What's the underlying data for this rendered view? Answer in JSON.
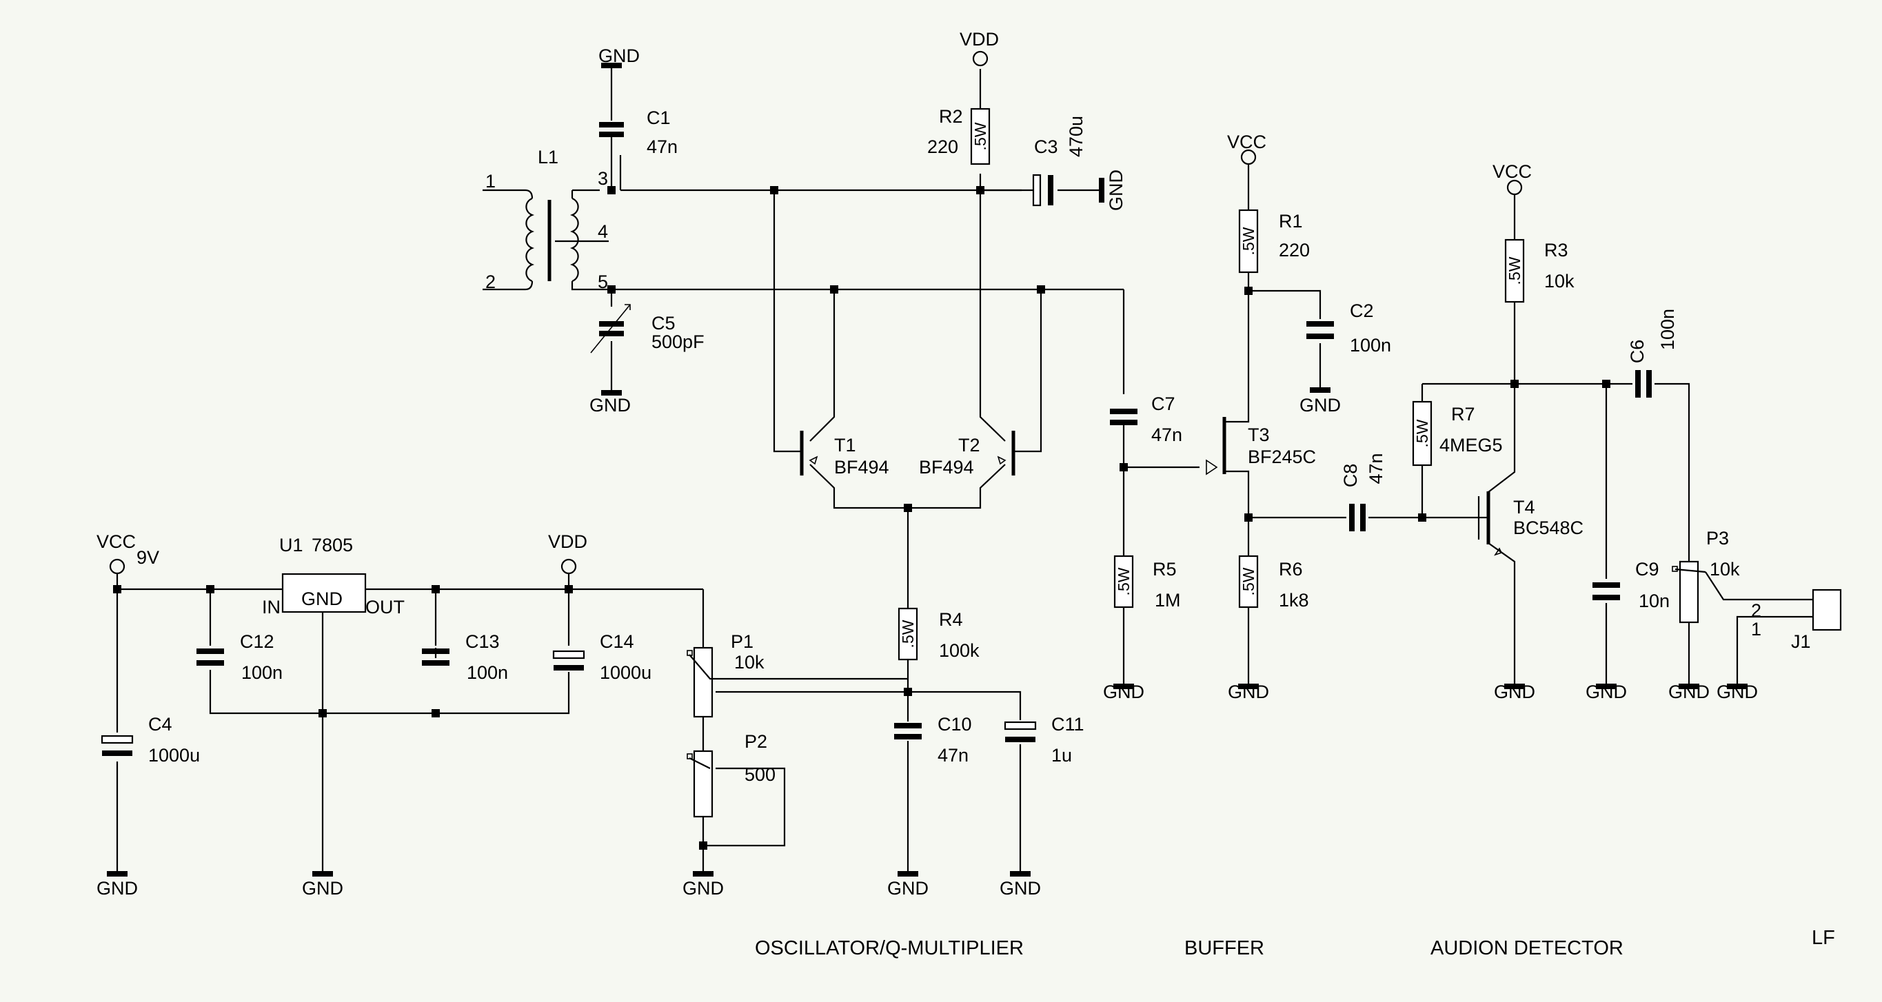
{
  "power": {
    "gnd": "GND",
    "vdd": "VDD",
    "vcc": "VCC",
    "vcc_voltage": "9V"
  },
  "resistor_body_text": ".5W",
  "components": {
    "L1": {
      "ref": "L1",
      "pins": [
        "1",
        "2",
        "3",
        "4",
        "5"
      ]
    },
    "C1": {
      "ref": "C1",
      "value": "47n"
    },
    "C2": {
      "ref": "C2",
      "value": "100n"
    },
    "C3": {
      "ref": "C3",
      "value": "470u"
    },
    "C4": {
      "ref": "C4",
      "value": "1000u"
    },
    "C5": {
      "ref": "C5",
      "value": "500pF"
    },
    "C6": {
      "ref": "C6",
      "value": "100n"
    },
    "C7": {
      "ref": "C7",
      "value": "47n"
    },
    "C8": {
      "ref": "C8",
      "value": "47n"
    },
    "C9": {
      "ref": "C9",
      "value": "10n"
    },
    "C10": {
      "ref": "C10",
      "value": "47n"
    },
    "C11": {
      "ref": "C11",
      "value": "1u"
    },
    "C12": {
      "ref": "C12",
      "value": "100n"
    },
    "C13": {
      "ref": "C13",
      "value": "100n"
    },
    "C14": {
      "ref": "C14",
      "value": "1000u"
    },
    "R1": {
      "ref": "R1",
      "value": "220"
    },
    "R2": {
      "ref": "R2",
      "value": "220"
    },
    "R3": {
      "ref": "R3",
      "value": "10k"
    },
    "R4": {
      "ref": "R4",
      "value": "100k"
    },
    "R5": {
      "ref": "R5",
      "value": "1M"
    },
    "R6": {
      "ref": "R6",
      "value": "1k8"
    },
    "R7": {
      "ref": "R7",
      "value": "4MEG5"
    },
    "T1": {
      "ref": "T1",
      "value": "BF494"
    },
    "T2": {
      "ref": "T2",
      "value": "BF494"
    },
    "T3": {
      "ref": "T3",
      "value": "BF245C"
    },
    "T4": {
      "ref": "T4",
      "value": "BC548C"
    },
    "P1": {
      "ref": "P1",
      "value": "10k"
    },
    "P2": {
      "ref": "P2",
      "value": "500"
    },
    "P3": {
      "ref": "P3",
      "value": "10k"
    },
    "U1": {
      "ref": "U1",
      "value": "7805",
      "pin_in": "IN",
      "pin_gnd": "GND",
      "pin_out": "OUT"
    },
    "J1": {
      "ref": "J1",
      "pins": [
        "2",
        "1"
      ]
    }
  },
  "sections": {
    "oscillator": "OSCILLATOR/Q-MULTIPLIER",
    "buffer": "BUFFER",
    "detector": "AUDION DETECTOR",
    "output": "LF"
  }
}
